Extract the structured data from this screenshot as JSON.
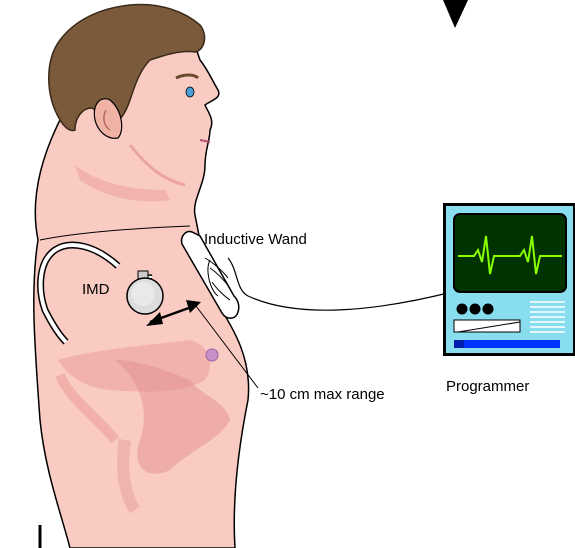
{
  "labels": {
    "wand": "Inductive Wand",
    "imd": "IMD",
    "range": "~10 cm max range",
    "programmer": "Programmer"
  },
  "colors": {
    "skin": "#f8c8c0",
    "skin_shadow": "#e89898",
    "hair": "#7a5a3a",
    "programmer_case": "#88ddee",
    "screen": "#003300",
    "waveform": "#88ff00",
    "accent_blue": "#0033ff"
  },
  "icons": {
    "imd": "pacemaker-device-icon",
    "wand": "inductive-wand-icon",
    "programmer": "programmer-monitor-icon"
  }
}
